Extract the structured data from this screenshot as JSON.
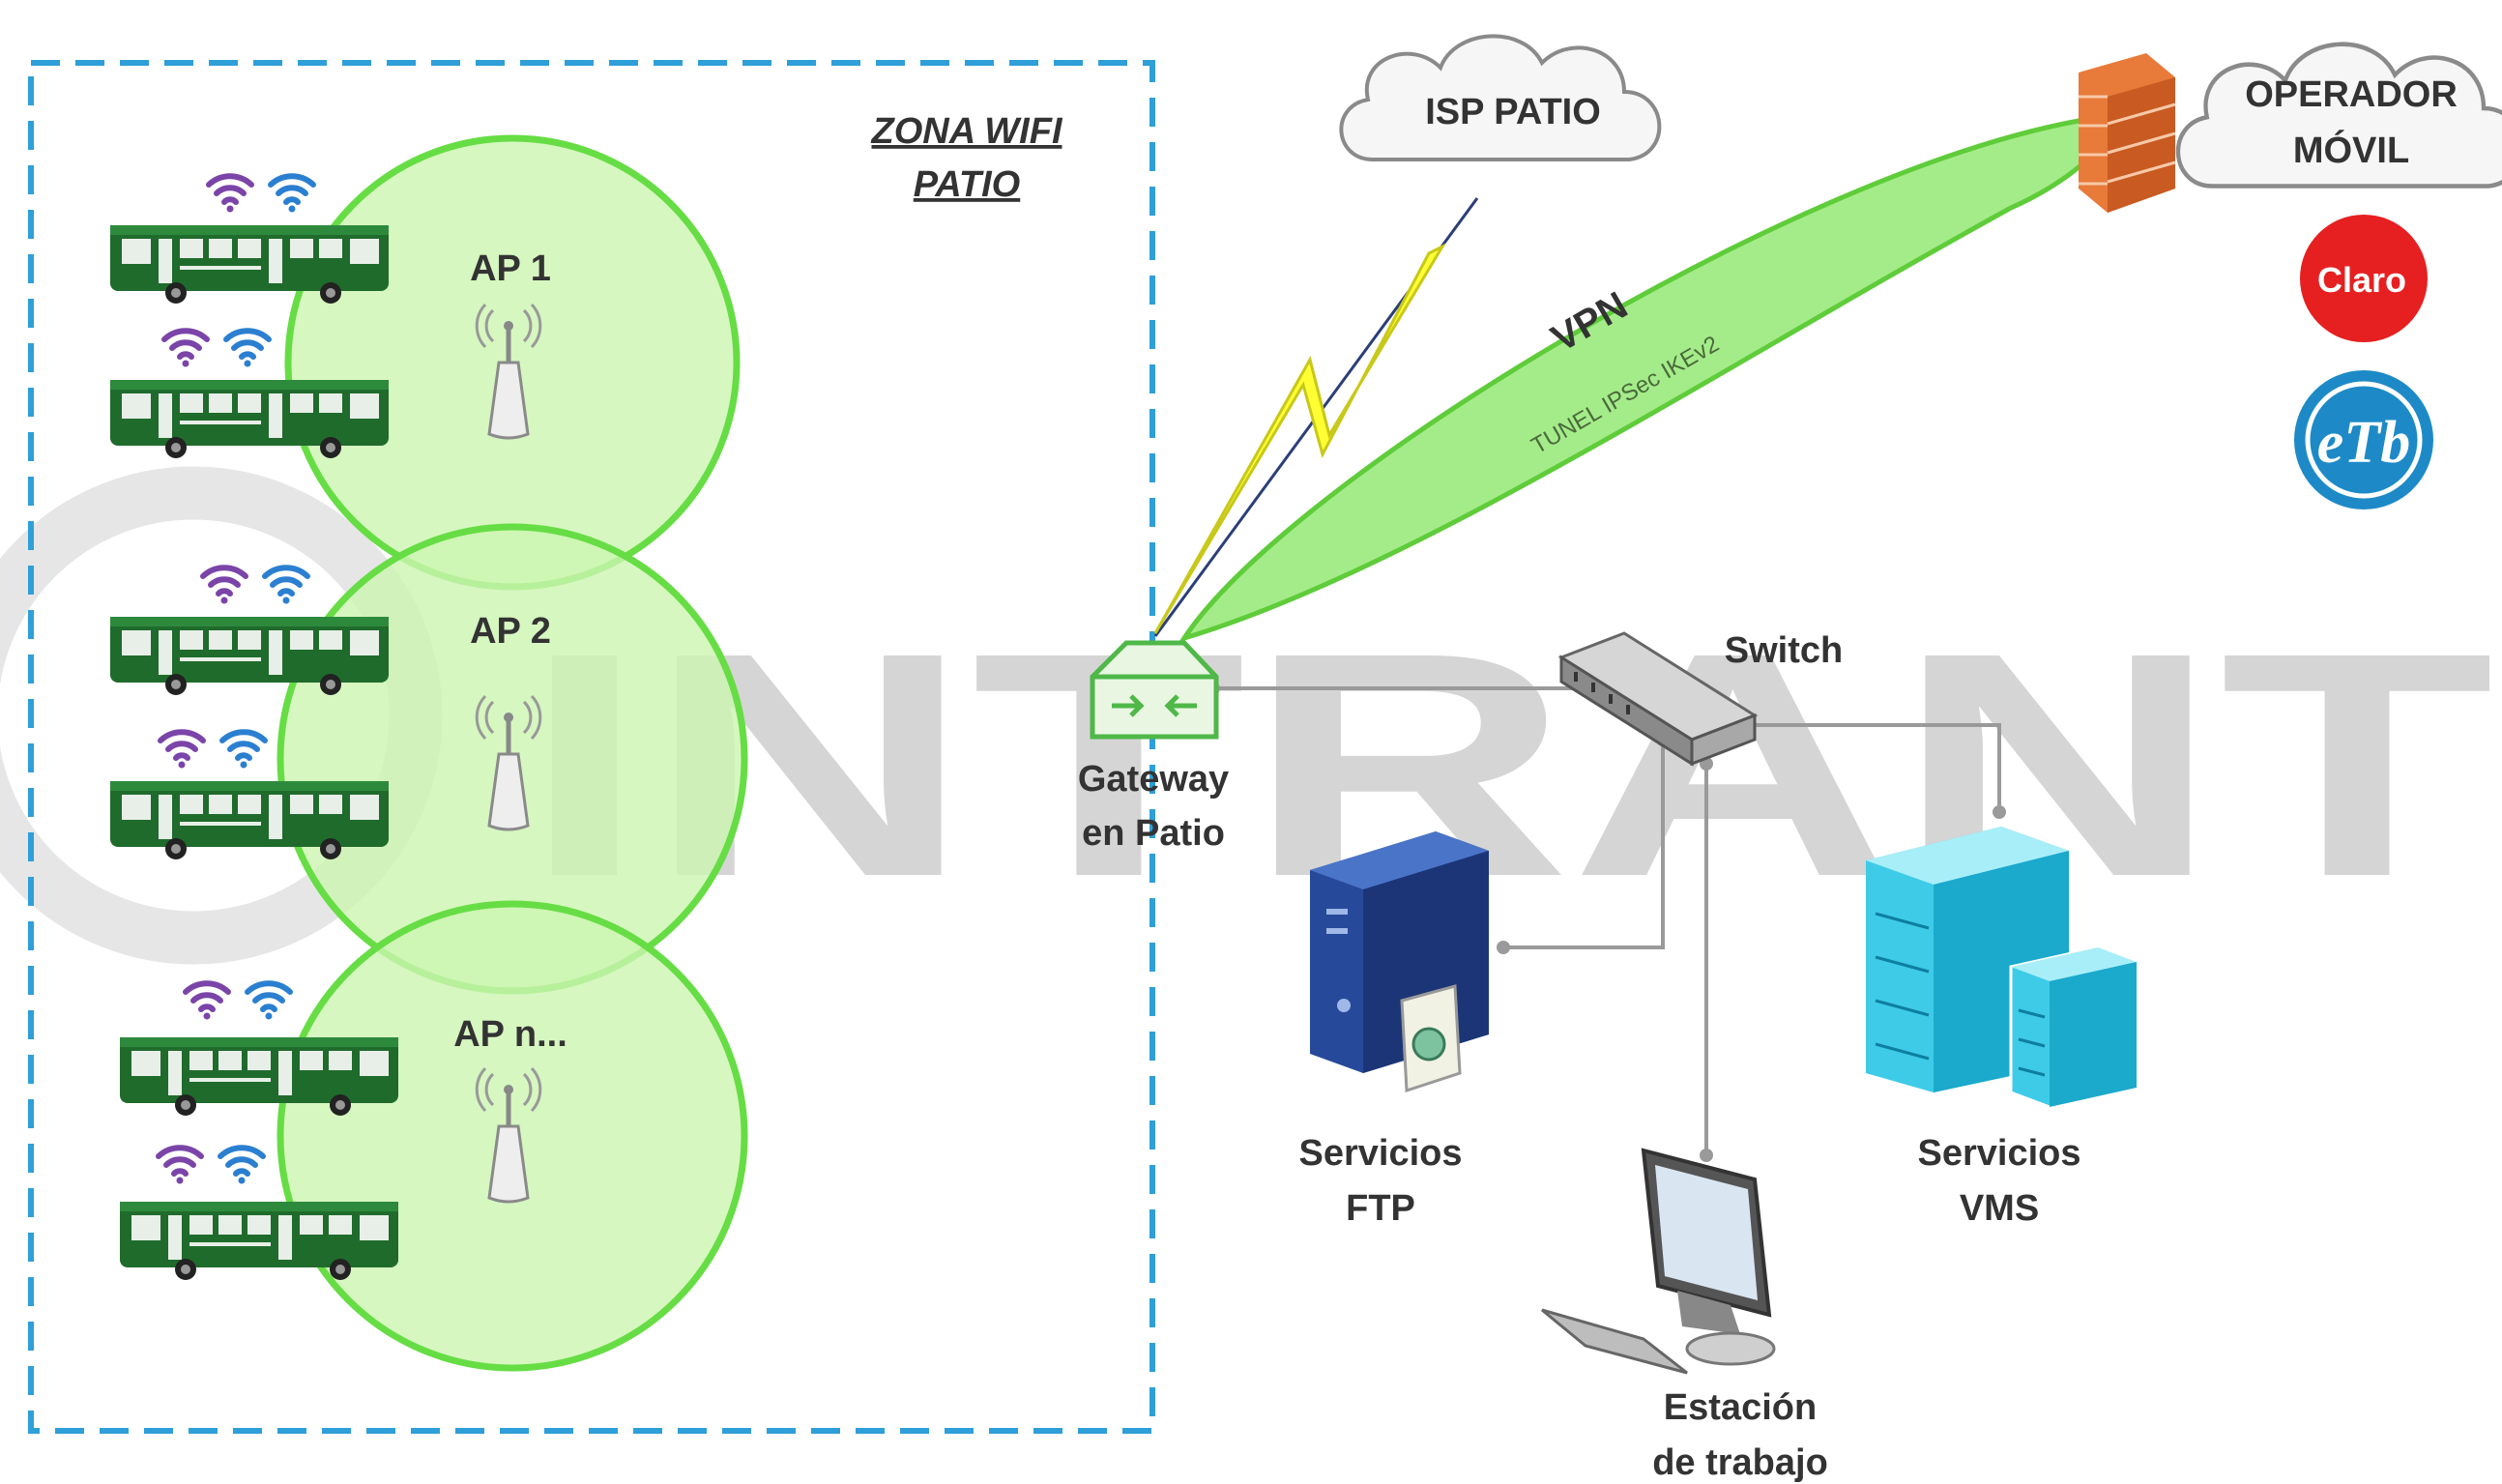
{
  "zone": {
    "title_line1": "ZONA WIFI",
    "title_line2": "PATIO"
  },
  "access_points": [
    {
      "label": "AP 1"
    },
    {
      "label": "AP 2"
    },
    {
      "label": "AP n..."
    }
  ],
  "cloud_isp": {
    "label": "ISP PATIO"
  },
  "cloud_operator": {
    "label_line1": "OPERADOR",
    "label_line2": "MÓVIL"
  },
  "vpn": {
    "label": "VPN",
    "tunnel_label": "TUNEL IPSec IKEv2"
  },
  "logos": {
    "claro": "Claro",
    "etb": "eTb"
  },
  "gateway": {
    "label_line1": "Gateway",
    "label_line2": "en Patio"
  },
  "switch": {
    "label": "Switch"
  },
  "ftp": {
    "label_line1": "Servicios",
    "label_line2": "FTP"
  },
  "vms": {
    "label_line1": "Servicios",
    "label_line2": "VMS"
  },
  "workstation": {
    "label_line1": "Estación",
    "label_line2": "de trabajo"
  },
  "watermark": {
    "text": "INTRANT"
  },
  "colors": {
    "zone_border": "#2e9fd8",
    "coverage_fill": "#ccf5b0",
    "coverage_stroke": "#66dd44",
    "bus_body": "#1f6b2c",
    "tunnel": "#a4ec8a",
    "bolt": "#ffff33",
    "claro": "#e62020",
    "etb": "#1d8ac7"
  },
  "icons": {
    "bus": "bus-icon",
    "wifi": "wifi-icon",
    "access_point": "access-point-icon",
    "cloud": "cloud-icon",
    "firewall": "firewall-icon",
    "gateway": "gateway-icon",
    "switch": "switch-icon",
    "ftp_server": "ftp-server-icon",
    "vms_server": "vms-server-icon",
    "workstation": "workstation-icon",
    "lightning": "lightning-icon"
  }
}
